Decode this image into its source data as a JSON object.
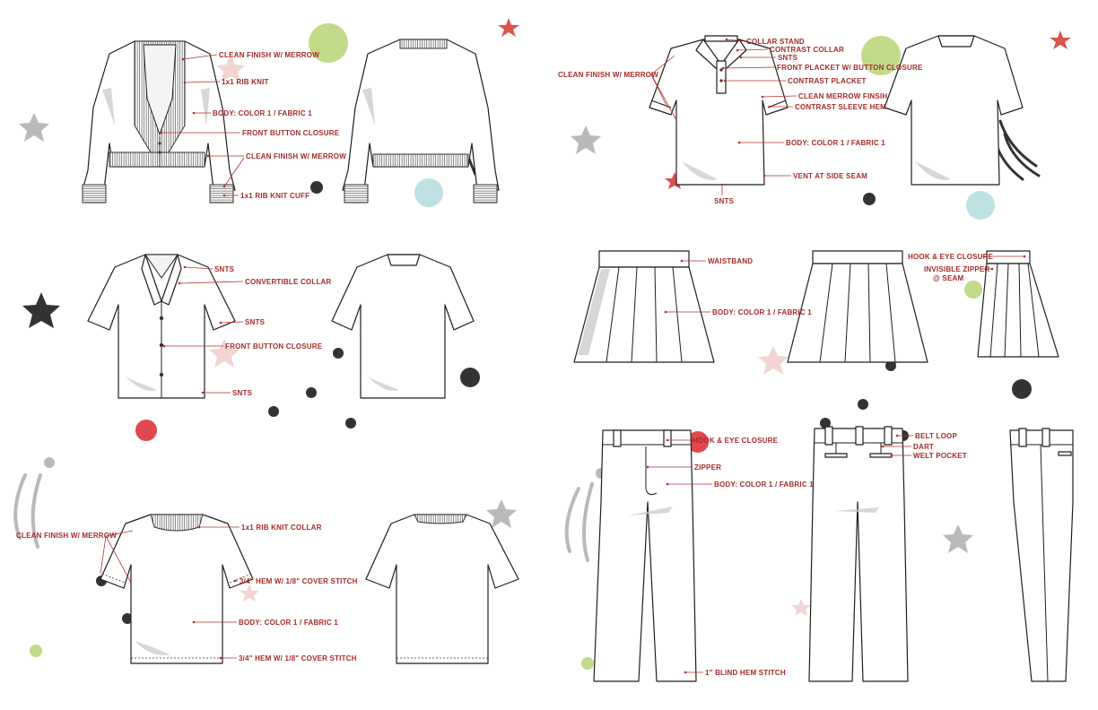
{
  "callouts": {
    "cardigan": {
      "clean_finish_top": "CLEAN FINISH W/ MERROW",
      "rib_knit": "1x1 RIB KNIT",
      "body": "BODY: COLOR 1 / FABRIC 1",
      "front_button": "FRONT BUTTON CLOSURE",
      "clean_finish_bottom": "CLEAN FINISH W/ MERROW",
      "rib_cuff": "1x1 RIB KNIT CUFF"
    },
    "camp_shirt": {
      "snts_collar": "SNTS",
      "convertible_collar": "CONVERTIBLE COLLAR",
      "snts_sleeve": "SNTS",
      "front_button": "FRONT BUTTON CLOSURE",
      "snts_hem": "SNTS"
    },
    "tee": {
      "clean_finish": "CLEAN FINISH W/ MERROW",
      "rib_collar": "1x1 RIB KNIT COLLAR",
      "sleeve_hem": "3/4\" HEM W/ 1/8\" COVER STITCH",
      "body": "BODY: COLOR 1 / FABRIC 1",
      "bottom_hem": "3/4\" HEM W/ 1/8\" COVER STITCH"
    },
    "polo": {
      "clean_finish": "CLEAN FINISH W/ MERROW",
      "collar_stand": "COLLAR STAND",
      "contrast_collar": "CONTRAST COLLAR",
      "snts_top": "SNTS",
      "front_placket": "FRONT PLACKET W/ BUTTON CLOSURE",
      "contrast_placket": "CONTRAST PLACKET",
      "merrow_finish": "CLEAN MERROW FINSIH",
      "sleeve_hem": "CONTRAST SLEEVE HEM",
      "body": "BODY: COLOR 1 / FABRIC 1",
      "vent": "VENT AT SIDE SEAM",
      "snts_bottom": "SNTS"
    },
    "skirt": {
      "waistband": "WAISTBAND",
      "body": "BODY: COLOR 1 / FABRIC 1",
      "hook_eye": "HOOK & EYE CLOSURE",
      "zipper_1": "INVISIBLE ZIPPER",
      "zipper_2": "@ SEAM"
    },
    "pants": {
      "hook_eye": "HOOK & EYE CLOSURE",
      "zipper": "ZIPPER",
      "body": "BODY: COLOR 1 / FABRIC 1",
      "blind_hem": "1\" BLIND HEM STITCH",
      "belt_loop": "BELT LOOP",
      "dart": "DART",
      "welt_pocket": "WELT POCKET"
    }
  },
  "colors": {
    "callout": "#a52a2a",
    "outline": "#1e1e1e",
    "dot_green": "#c2db8a",
    "dot_blue": "#bfe1e3",
    "dot_red": "#e0484f",
    "dot_dark": "#333333",
    "star_red": "#d9534f",
    "star_gray": "#b9b9b9",
    "star_pink": "#f2d5d2",
    "star_dark": "#333333"
  }
}
